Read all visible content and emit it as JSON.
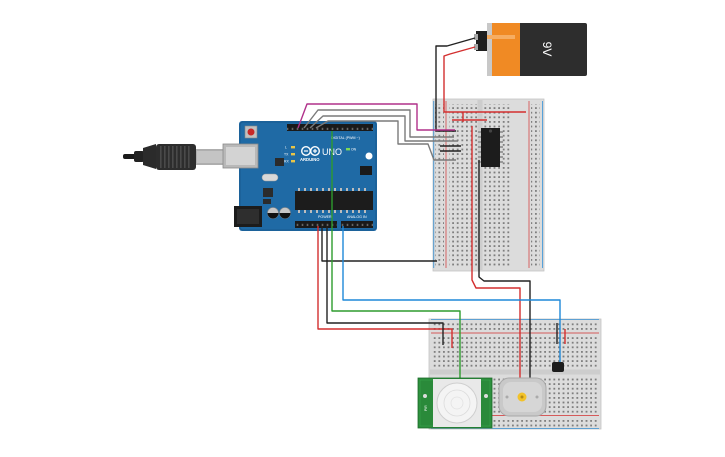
{
  "battery": {
    "label": "9V"
  },
  "arduino": {
    "brand": "ARDUINO",
    "model": "UNO",
    "digital_header": "DIGITAL (PWM ~)",
    "power_header": "POWER",
    "analog_header": "ANALOG IN",
    "tx_label": "TX",
    "rx_label": "RX",
    "l_label": "L",
    "on_label": "ON"
  },
  "pir": {
    "label": "PIR"
  },
  "colors": {
    "wire_red": "#d32f2f",
    "wire_black": "#222222",
    "wire_green": "#2e9c2e",
    "wire_blue": "#1e88d8",
    "wire_magenta": "#b0308a",
    "wire_gray": "#7a7a7a",
    "board_blue": "#1f6aa5",
    "pir_green": "#2a8a3a",
    "battery_orange": "#f08a24"
  }
}
